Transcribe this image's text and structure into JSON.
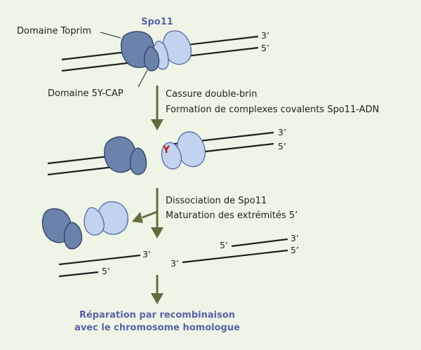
{
  "protein_name": "Spo11",
  "labels": {
    "toprim_domain": "Domaine Toprim",
    "cap_domain": "Domaine 5Y-CAP",
    "tyrosine": "Y"
  },
  "dna_ends": {
    "three_prime": "3’",
    "five_prime": "5’"
  },
  "steps": [
    {
      "line1": "Cassure double-brin",
      "line2": "Formation de complexes covalents Spo11-ADN"
    },
    {
      "line1": "Dissociation de Spo11",
      "line2": "Maturation des extrémités 5’"
    }
  ],
  "final": {
    "line1": "Réparation par recombinaison",
    "line2": "avec le chromosome homologue"
  },
  "colors": {
    "background": "#eef5e6",
    "protein_dark": "#6b82ab",
    "protein_light": "#c3d3ef",
    "arrow": "#5d6e3e",
    "title": "#5a63a6",
    "tyrosine": "#b32020"
  }
}
